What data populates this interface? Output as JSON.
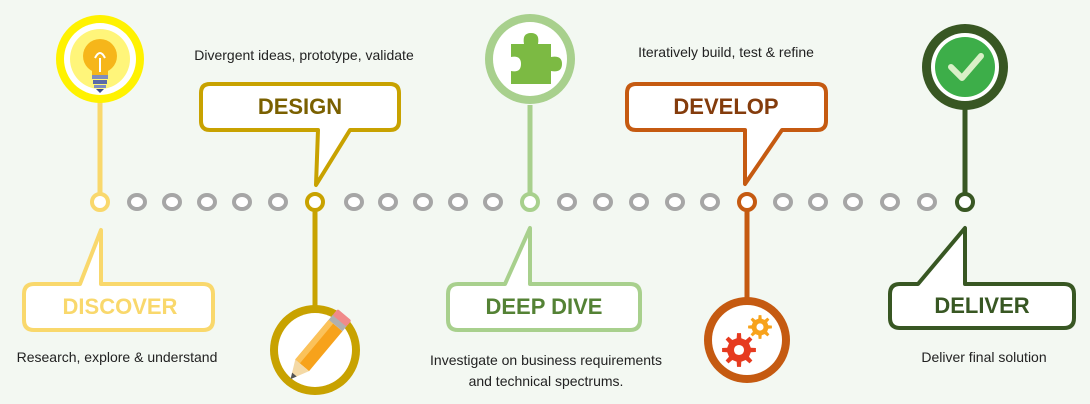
{
  "stages": [
    {
      "key": "discover",
      "title": "DISCOVER",
      "description": "Research, explore & understand",
      "color": "#f9d86c",
      "text_color": "#f9d86c",
      "icon": "lightbulb-icon"
    },
    {
      "key": "design",
      "title": "DESIGN",
      "description": "Divergent ideas, prototype, validate",
      "color": "#c8a200",
      "text_color": "#7a6000",
      "icon": "pencil-icon"
    },
    {
      "key": "deep_dive",
      "title": "DEEP DIVE",
      "description": [
        "Investigate on business requirements",
        "and technical spectrums."
      ],
      "color": "#a8d08d",
      "text_color": "#548235",
      "icon": "puzzle-piece-icon"
    },
    {
      "key": "develop",
      "title": "DEVELOP",
      "description": "Iteratively build, test & refine",
      "color": "#c55a11",
      "text_color": "#843c0c",
      "icon": "gears-icon"
    },
    {
      "key": "deliver",
      "title": "DELIVER",
      "description": "Deliver final solution",
      "color": "#385723",
      "text_color": "#385723",
      "icon": "checkmark-icon"
    }
  ],
  "colors": {
    "background": "#f3f8f2",
    "timeline_link": "#a6a6a6",
    "bulb_glow": "#fff200"
  }
}
